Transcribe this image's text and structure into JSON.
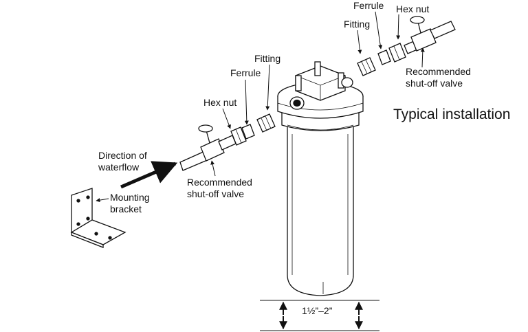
{
  "title": "Typical installation",
  "labels": {
    "direction_line1": "Direction of",
    "direction_line2": "waterflow",
    "mounting_line1": "Mounting",
    "mounting_line2": "bracket",
    "left_fitting": "Fitting",
    "left_ferrule": "Ferrule",
    "left_hexnut": "Hex nut",
    "left_valve_line1": "Recommended",
    "left_valve_line2": "shut-off valve",
    "right_ferrule": "Ferrule",
    "right_hexnut": "Hex nut",
    "right_fitting": "Fitting",
    "right_valve_line1": "Recommended",
    "right_valve_line2": "shut-off valve",
    "clearance": "1½”–2”"
  },
  "colors": {
    "line": "#111111",
    "fill": "#ffffff",
    "shade": "#d9d9d9"
  }
}
